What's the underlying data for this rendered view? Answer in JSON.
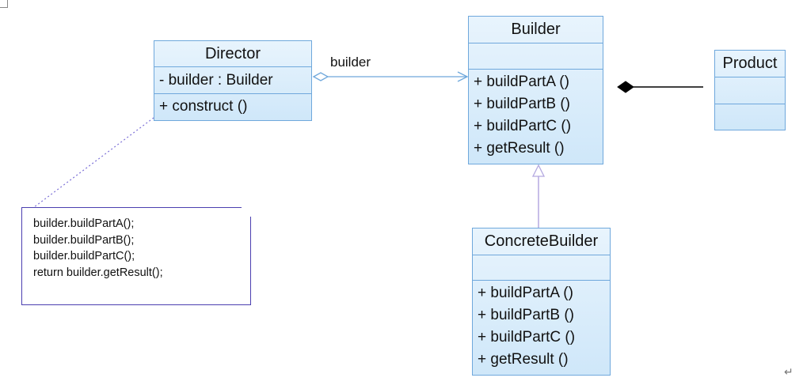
{
  "director": {
    "name": "Director",
    "attributes": [
      "- builder : Builder"
    ],
    "operations": [
      "+ construct ()"
    ]
  },
  "builder": {
    "name": "Builder",
    "attributes": [],
    "operations": [
      "+ buildPartA ()",
      "+ buildPartB ()",
      "+ buildPartC ()",
      "+ getResult ()"
    ]
  },
  "product": {
    "name": "Product",
    "attributes": [],
    "operations": []
  },
  "concrete_builder": {
    "name": "ConcreteBuilder",
    "attributes": [],
    "operations": [
      "+ buildPartA ()",
      "+ buildPartB ()",
      "+ buildPartC ()",
      "+ getResult ()"
    ]
  },
  "note": {
    "lines": [
      "builder.buildPartA();",
      "builder.buildPartB();",
      "builder.buildPartC();",
      "return builder.getResult();"
    ]
  },
  "relations": {
    "director_builder_label": "builder",
    "return_mark": "↵"
  },
  "colors": {
    "class_border": "#6fa8dc",
    "class_fill": "#d6ebfa",
    "association_line": "#6fa8dc",
    "generalization_line": "#b4a9e0",
    "note_border": "#4b3fb0",
    "note_link": "#7b6fd6",
    "composition": "#000000"
  }
}
